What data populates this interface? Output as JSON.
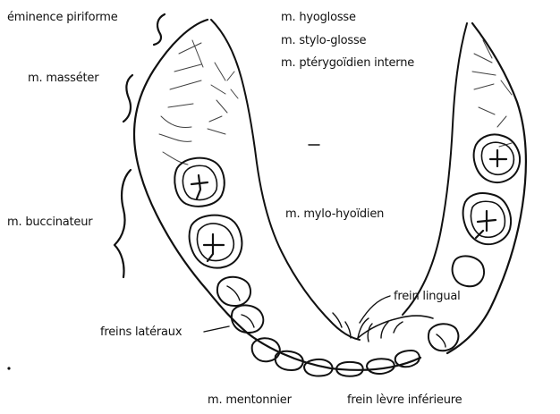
{
  "labels": {
    "eminence": "éminence piriforme",
    "hyoglosse": "m. hyoglosse",
    "stylo": "m. stylo-glosse",
    "pterygoidien": "m. ptérygoïdien interne",
    "masseter": "m. masséter",
    "buccinateur": "m. buccinateur",
    "mylo": "m. mylo-hyoïdien",
    "frein_lingual": "frein lingual",
    "freins_lateraux": "freins latéraux",
    "mentonnier": "m. mentonnier",
    "frein_levre": "frein lèvre inférieure"
  },
  "colors": {
    "ink": "#111111",
    "paper": "#ffffff"
  }
}
